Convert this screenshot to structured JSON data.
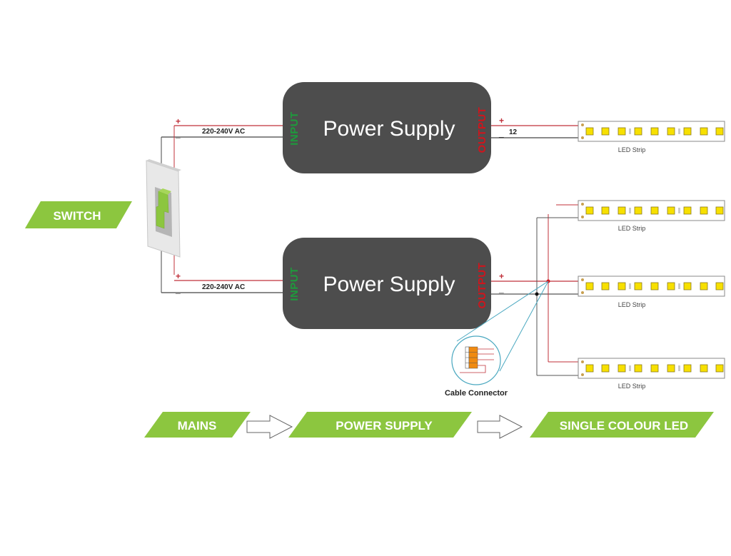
{
  "colors": {
    "psu_body": "#4d4d4d",
    "input_label": "#1e9a3c",
    "output_label": "#d0141c",
    "positive_wire": "#c0303a",
    "negative_wire": "#444444",
    "banner_green": "#8cc63f",
    "led_chip": "#f7e000",
    "connector_orange": "#f08a10",
    "zoom_callout": "#4aa8c0"
  },
  "switch": {
    "label": "SWITCH",
    "icon": "rocker-switch-icon"
  },
  "power_supplies": [
    {
      "title": "Power Supply",
      "input_label": "INPUT",
      "output_label": "OUTPUT",
      "input_voltage": "220-240V AC",
      "input_plus": "+",
      "input_minus": "_",
      "output_plus": "+",
      "output_minus": "_",
      "output_voltage": "12"
    },
    {
      "title": "Power Supply",
      "input_label": "INPUT",
      "output_label": "OUTPUT",
      "input_voltage": "220-240V AC",
      "input_plus": "+",
      "input_minus": "_",
      "output_plus": "+",
      "output_minus": "_"
    }
  ],
  "led_strips": [
    {
      "label": "LED Strip"
    },
    {
      "label": "LED Strip"
    },
    {
      "label": "LED Strip"
    },
    {
      "label": "LED Strip"
    }
  ],
  "cable_connector": {
    "label": "Cable Connector"
  },
  "flow": {
    "steps": [
      {
        "label": "MAINS"
      },
      {
        "label": "POWER SUPPLY"
      },
      {
        "label": "SINGLE COLOUR LED"
      }
    ],
    "arrow_icon": "outline-right-arrow-icon"
  }
}
